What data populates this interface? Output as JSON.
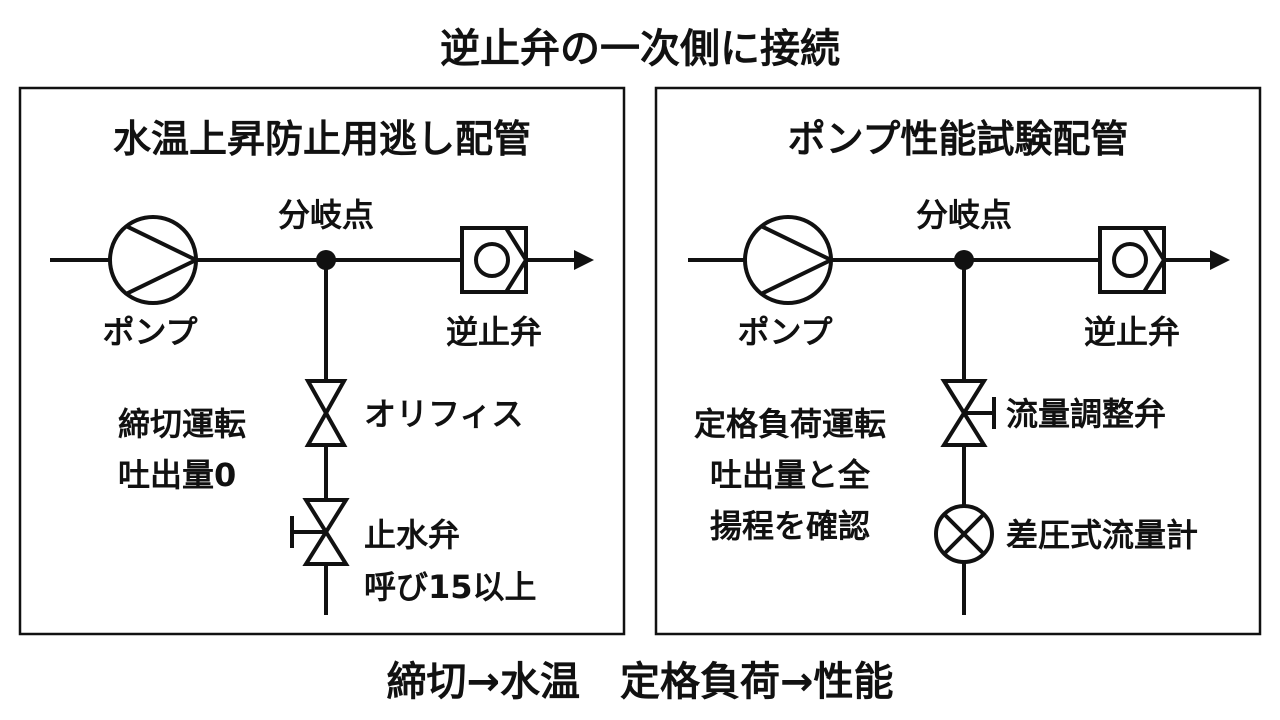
{
  "title": "逆止弁の一次側に接続",
  "left_panel": {
    "heading": "水温上昇防止用逃し配管",
    "junction_label": "分岐点",
    "pump_label": "ポンプ",
    "check_valve_label": "逆止弁",
    "mode_lines": [
      "締切運転",
      "吐出量0"
    ],
    "orifice_label": "オリフィス",
    "stop_valve_lines": [
      "止水弁",
      "呼び15以上"
    ]
  },
  "right_panel": {
    "heading": "ポンプ性能試験配管",
    "junction_label": "分岐点",
    "pump_label": "ポンプ",
    "check_valve_label": "逆止弁",
    "mode_lines": [
      "定格負荷運転",
      "吐出量と全",
      "揚程を確認"
    ],
    "flow_valve_label": "流量調整弁",
    "flowmeter_label": "差圧式流量計"
  },
  "footer": "締切→水温　定格負荷→性能"
}
